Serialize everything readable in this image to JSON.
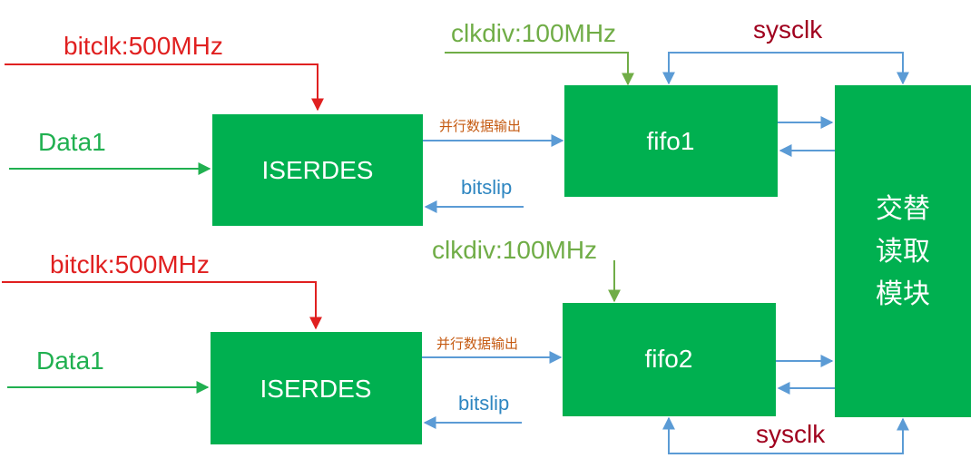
{
  "top": {
    "bitclk": "bitclk:500MHz",
    "data": "Data1",
    "iserdes": "ISERDES",
    "parallel_out": "并行数据输出",
    "bitslip": "bitslip",
    "clkdiv": "clkdiv:100MHz",
    "fifo": "fifo1",
    "sysclk": "sysclk"
  },
  "bottom": {
    "bitclk": "bitclk:500MHz",
    "data": "Data1",
    "iserdes": "ISERDES",
    "parallel_out": "并行数据输出",
    "bitslip": "bitslip",
    "clkdiv": "clkdiv:100MHz",
    "fifo": "fifo2",
    "sysclk": "sysclk"
  },
  "reader": {
    "line1": "交替",
    "line2": "读取",
    "line3": "模块"
  },
  "colors": {
    "box": "#00b050",
    "bitclk": "#e02020",
    "data": "#20b050",
    "clkdiv": "#70ad47",
    "link": "#5b9bd5",
    "sysclk": "#a0001e"
  }
}
